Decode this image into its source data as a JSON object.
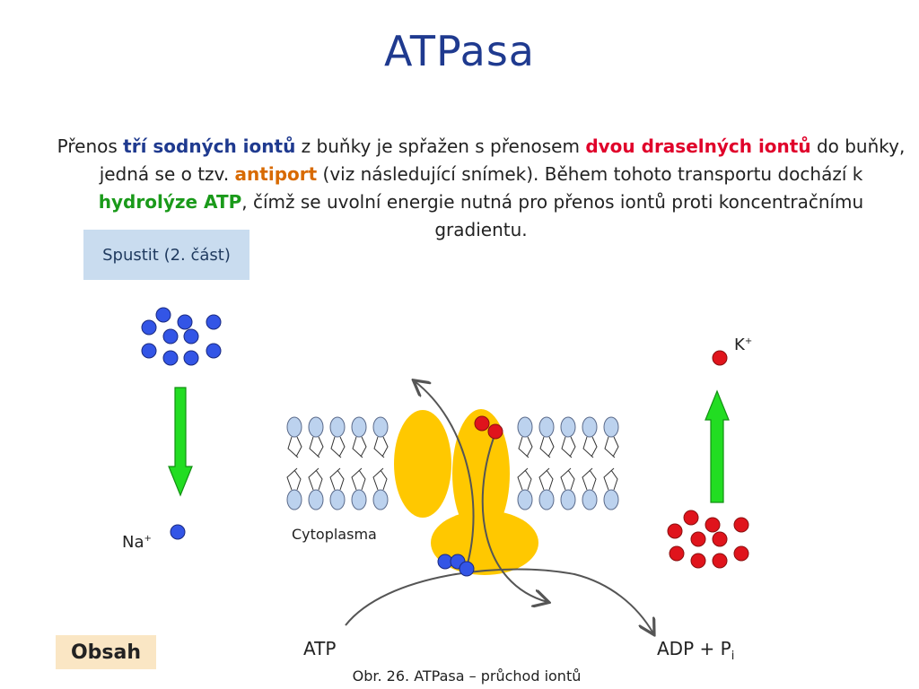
{
  "title": "ATPasa",
  "paragraph": {
    "p1": "Přenos ",
    "p2": "tří sodných iontů",
    "p3": " z buňky je spřažen s přenosem ",
    "p4": "dvou draselných iontů",
    "p5": " do buňky, jedná se o tzv. ",
    "p6": "antiport",
    "p7": " (viz následující snímek).  Během tohoto transportu dochází k ",
    "p8": "hydrolýze ATP",
    "p9": ", čímž se uvolní energie nutná pro přenos iontů proti koncentračnímu gradientu."
  },
  "buttons": {
    "start": "Spustit (2. část)",
    "contents": "Obsah"
  },
  "labels": {
    "na": "Na",
    "na_sup": "+",
    "k": "K",
    "k_sup": "+",
    "cytoplasm": "Cytoplasma",
    "atp": "ATP",
    "adp": "ADP + P",
    "adp_sub": "i"
  },
  "caption": "Obr. 26. ATPasa – průchod iontů",
  "colors": {
    "title": "#1f3a8f",
    "sodium": "#3355e6",
    "potassium": "#e0141c",
    "arrow": "#22dd22",
    "protein": "#ffc800",
    "lipid_head": "#bcd2ee"
  }
}
